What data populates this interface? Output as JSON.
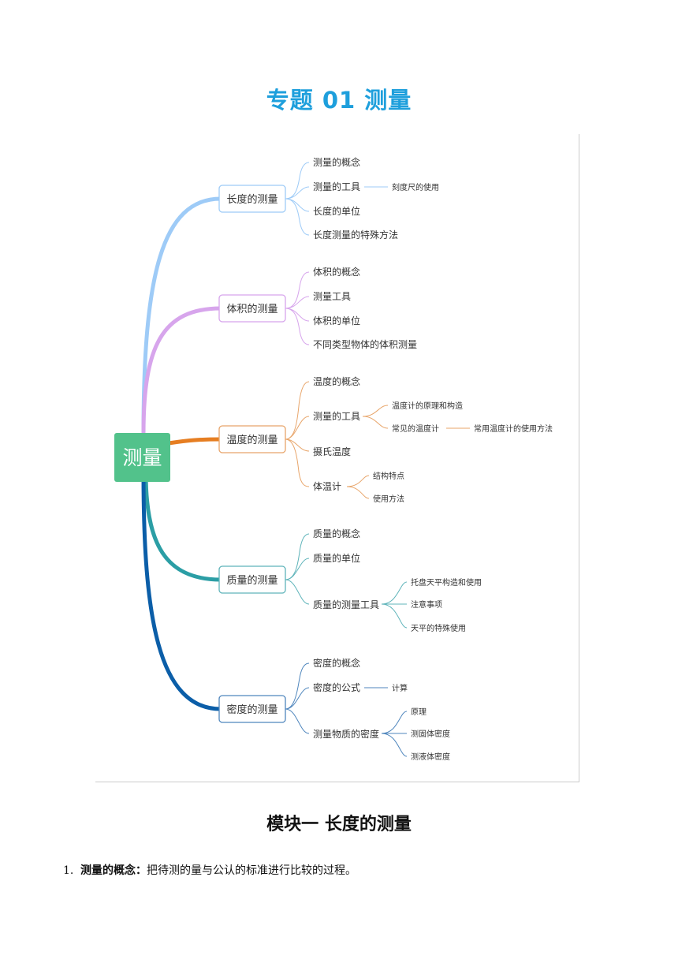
{
  "title": "专题 01 测量",
  "mindmap": {
    "root": "测量",
    "branches": [
      {
        "label": "长度的测量",
        "color": "#9ecbf7",
        "items": [
          {
            "label": "测量的概念"
          },
          {
            "label": "测量的工具",
            "children": [
              {
                "label": "刻度尺的使用"
              }
            ]
          },
          {
            "label": "长度的单位"
          },
          {
            "label": "长度测量的特殊方法"
          }
        ]
      },
      {
        "label": "体积的测量",
        "color": "#d7a5ec",
        "items": [
          {
            "label": "体积的概念"
          },
          {
            "label": "测量工具"
          },
          {
            "label": "体积的单位"
          },
          {
            "label": "不同类型物体的体积测量"
          }
        ]
      },
      {
        "label": "温度的测量",
        "color": "#e67e22",
        "items": [
          {
            "label": "温度的概念"
          },
          {
            "label": "测量的工具",
            "children": [
              {
                "label": "温度计的原理和构造"
              },
              {
                "label": "常见的温度计",
                "children": [
                  {
                    "label": "常用温度计的使用方法"
                  }
                ]
              }
            ]
          },
          {
            "label": "摄氏温度"
          },
          {
            "label": "体温计",
            "children": [
              {
                "label": "结构特点"
              },
              {
                "label": "使用方法"
              }
            ]
          }
        ]
      },
      {
        "label": "质量的测量",
        "color": "#2b9ea5",
        "items": [
          {
            "label": "质量的概念"
          },
          {
            "label": "质量的单位"
          },
          {
            "label": "质量的测量工具",
            "children": [
              {
                "label": "托盘天平构造和使用"
              },
              {
                "label": "注意事项"
              },
              {
                "label": "天平的特殊使用"
              }
            ]
          }
        ]
      },
      {
        "label": "密度的测量",
        "color": "#0b5ea8",
        "items": [
          {
            "label": "密度的概念"
          },
          {
            "label": "密度的公式",
            "children": [
              {
                "label": "计算"
              }
            ]
          },
          {
            "label": "测量物质的密度",
            "children": [
              {
                "label": "原理"
              },
              {
                "label": "测固体密度"
              },
              {
                "label": "测液体密度"
              }
            ]
          }
        ]
      }
    ]
  },
  "section_heading": "模块一  长度的测量",
  "paragraph": {
    "number": "1.",
    "term": "测量的概念：",
    "text": "把待测的量与公认的标准进行比较的过程。"
  }
}
